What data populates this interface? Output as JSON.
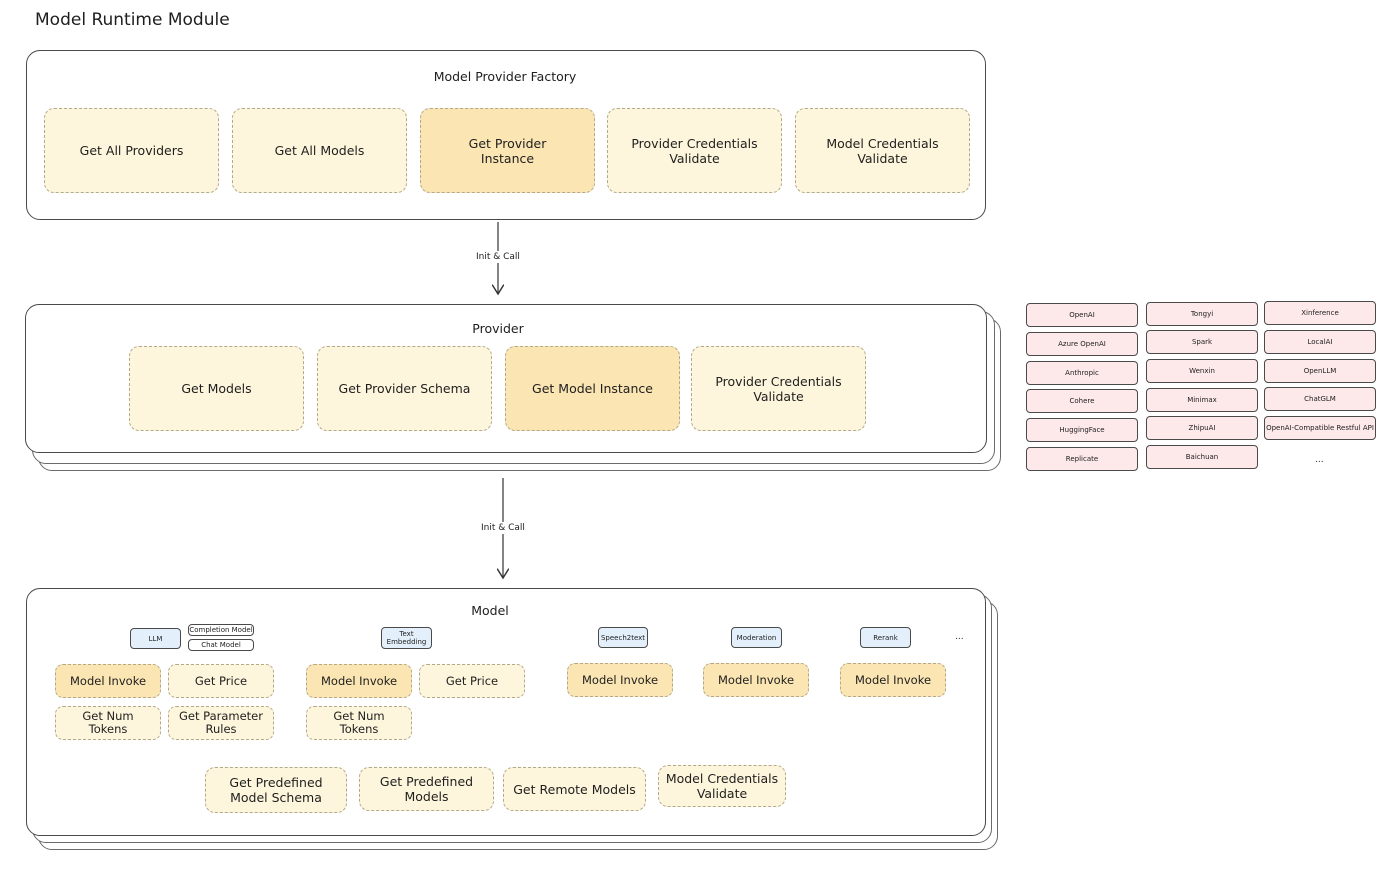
{
  "title": "Model Runtime Module",
  "factory": {
    "title": "Model Provider Factory",
    "items": [
      "Get All Providers",
      "Get All Models",
      "Get Provider Instance",
      "Provider Credentials Validate",
      "Model Credentials Validate"
    ]
  },
  "edge_labels": [
    "Init & Call",
    "Init & Call"
  ],
  "provider": {
    "title": "Provider",
    "items": [
      "Get Models",
      "Get Provider Schema",
      "Get Model Instance",
      "Provider Credentials Validate"
    ]
  },
  "model": {
    "title": "Model",
    "llm": {
      "tag": "LLM",
      "subtags": [
        "Completion Model",
        "Chat Model"
      ],
      "items": [
        "Model Invoke",
        "Get Price",
        "Get Num Tokens",
        "Get Parameter Rules"
      ]
    },
    "text_embedding": {
      "tag": "Text Embedding",
      "items": [
        "Model Invoke",
        "Get Price",
        "Get Num Tokens"
      ]
    },
    "speech2text": {
      "tag": "Speech2text",
      "items": [
        "Model Invoke"
      ]
    },
    "moderation": {
      "tag": "Moderation",
      "items": [
        "Model Invoke"
      ]
    },
    "rerank": {
      "tag": "Rerank",
      "items": [
        "Model Invoke"
      ]
    },
    "more": "...",
    "common": [
      "Get Predefined Model Schema",
      "Get Predefined Models",
      "Get Remote Models",
      "Model Credentials Validate"
    ]
  },
  "providers": {
    "col1": [
      "OpenAI",
      "Azure OpenAI",
      "Anthropic",
      "Cohere",
      "HuggingFace",
      "Replicate"
    ],
    "col2": [
      "Tongyi",
      "Spark",
      "Wenxin",
      "Minimax",
      "ZhipuAI",
      "Baichuan"
    ],
    "col3": [
      "Xinference",
      "LocalAI",
      "OpenLLM",
      "ChatGLM",
      "OpenAI-Compatible Restful API"
    ],
    "more": "..."
  },
  "colors": {
    "function_box": "#fef6dc",
    "function_box_highlight": "#fbe6b3",
    "model_type_tag": "#e3f0fb",
    "provider_tag": "#fde8ea",
    "outline": "#4a4a4a"
  }
}
